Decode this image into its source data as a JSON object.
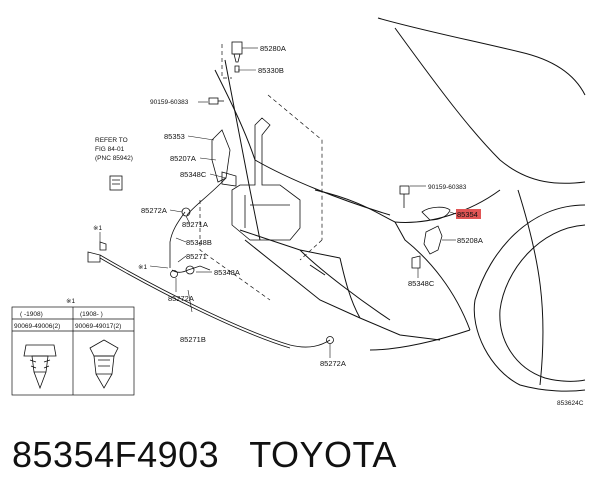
{
  "part_labels": {
    "p85280A": "85280A",
    "p85330B": "85330B",
    "p90159_top": "90159-60383",
    "p85353": "85353",
    "p85207A": "85207A",
    "p85348C_top": "85348C",
    "p85272A_left": "85272A",
    "p85271A": "85271A",
    "p85348B": "85348B",
    "p85271": "85271",
    "p85348A": "85348A",
    "p85272A_mid": "85272A",
    "p85271B": "85271B",
    "p85272A_bottom": "85272A",
    "p90159_right": "90159-60383",
    "p85354_highlight": "85354",
    "p85208A": "85208A",
    "p85348C_right": "85348C",
    "asterisk_1_a": "※1",
    "asterisk_1_b": "※1"
  },
  "refer_note": {
    "line1": "REFER TO",
    "line2": "FIG 84-01",
    "line3": "(PNC 85942)"
  },
  "clip_table": {
    "marker": "※1",
    "col1_header": "(    -1908)",
    "col2_header": "(1908-    )",
    "col1_part": "90069-49006(2)",
    "col2_part": "90069-49017(2)"
  },
  "figure_code": "853624C",
  "caption": {
    "part_number": "85354F4903",
    "brand": "TOYOTA"
  },
  "colors": {
    "highlight": "#e05555",
    "ink": "#111111"
  }
}
